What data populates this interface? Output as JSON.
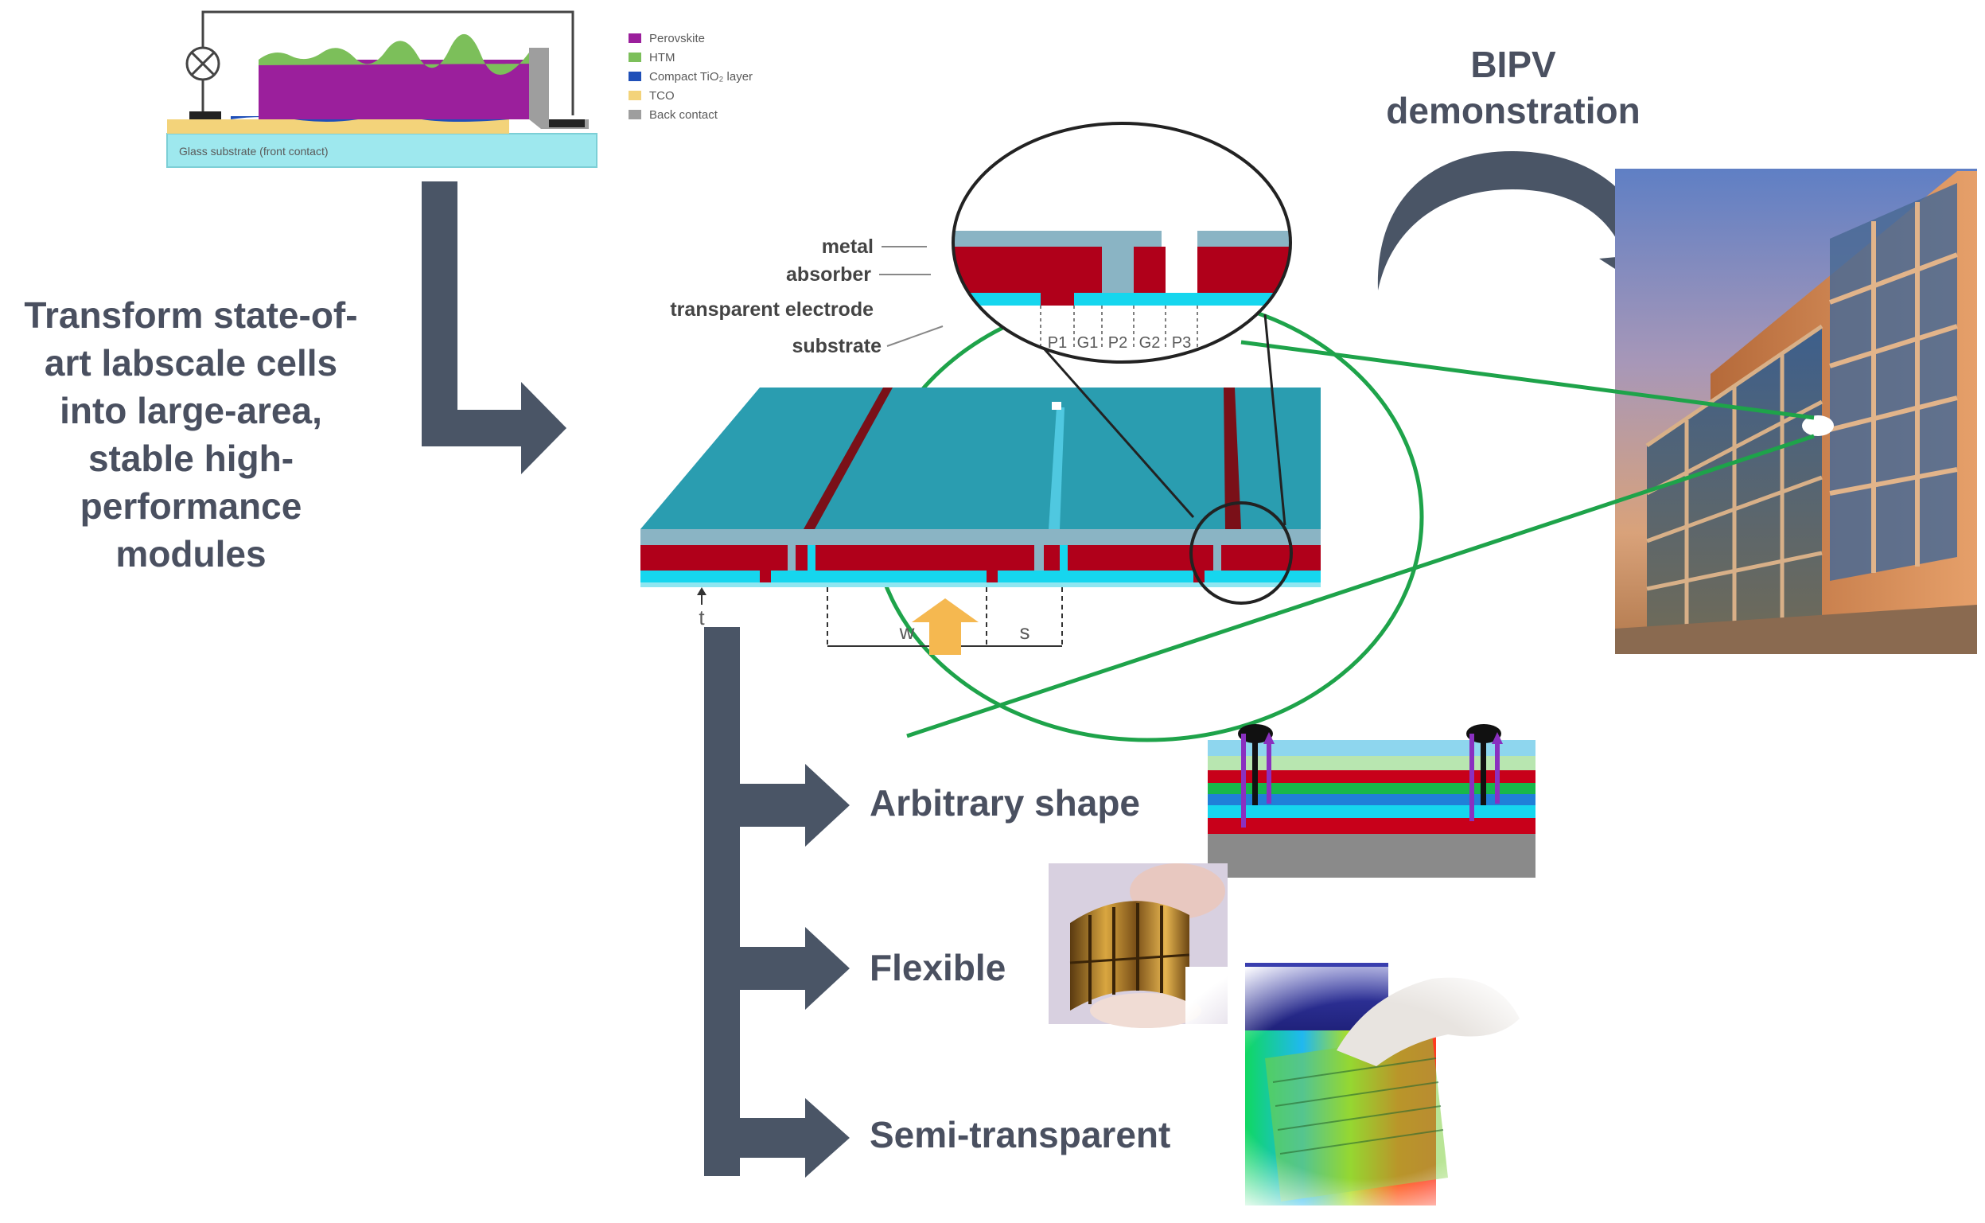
{
  "cell_legend": {
    "items": [
      {
        "label": "Perovskite",
        "color": "#9b1f9c"
      },
      {
        "label": "HTM",
        "color": "#7cbf5a"
      },
      {
        "label": "Compact TiO₂ layer",
        "color": "#1f4fb8"
      },
      {
        "label": "TCO",
        "color": "#f3d37a"
      },
      {
        "label": "Back contact",
        "color": "#9e9e9e"
      }
    ],
    "substrate_label": "Glass substrate (front contact)"
  },
  "left_text": {
    "lines": [
      "Transform state-of-",
      "art labscale cells",
      "into large-area,",
      "stable high-",
      "performance",
      "modules"
    ]
  },
  "bipv": {
    "lines": [
      "BIPV",
      "demonstration"
    ]
  },
  "zoom_labels": {
    "metal": "metal",
    "absorber": "absorber",
    "transparent_electrode": "transparent electrode",
    "substrate": "substrate",
    "p1": "P1",
    "g1": "G1",
    "p2": "P2",
    "g2": "G2",
    "p3": "P3"
  },
  "module_labels": {
    "w": "w",
    "s": "s",
    "t": "t"
  },
  "branches": {
    "arbitrary_shape": "Arbitrary shape",
    "flexible": "Flexible",
    "semi_transparent": "Semi-transparent"
  },
  "colors": {
    "arrow": "#4a5566",
    "ellipse": "#1ea34a",
    "absorber": "#b0001a",
    "electrode": "#16d6ee",
    "module_top": "#2a9db0",
    "metal": "#8ab4c4"
  }
}
